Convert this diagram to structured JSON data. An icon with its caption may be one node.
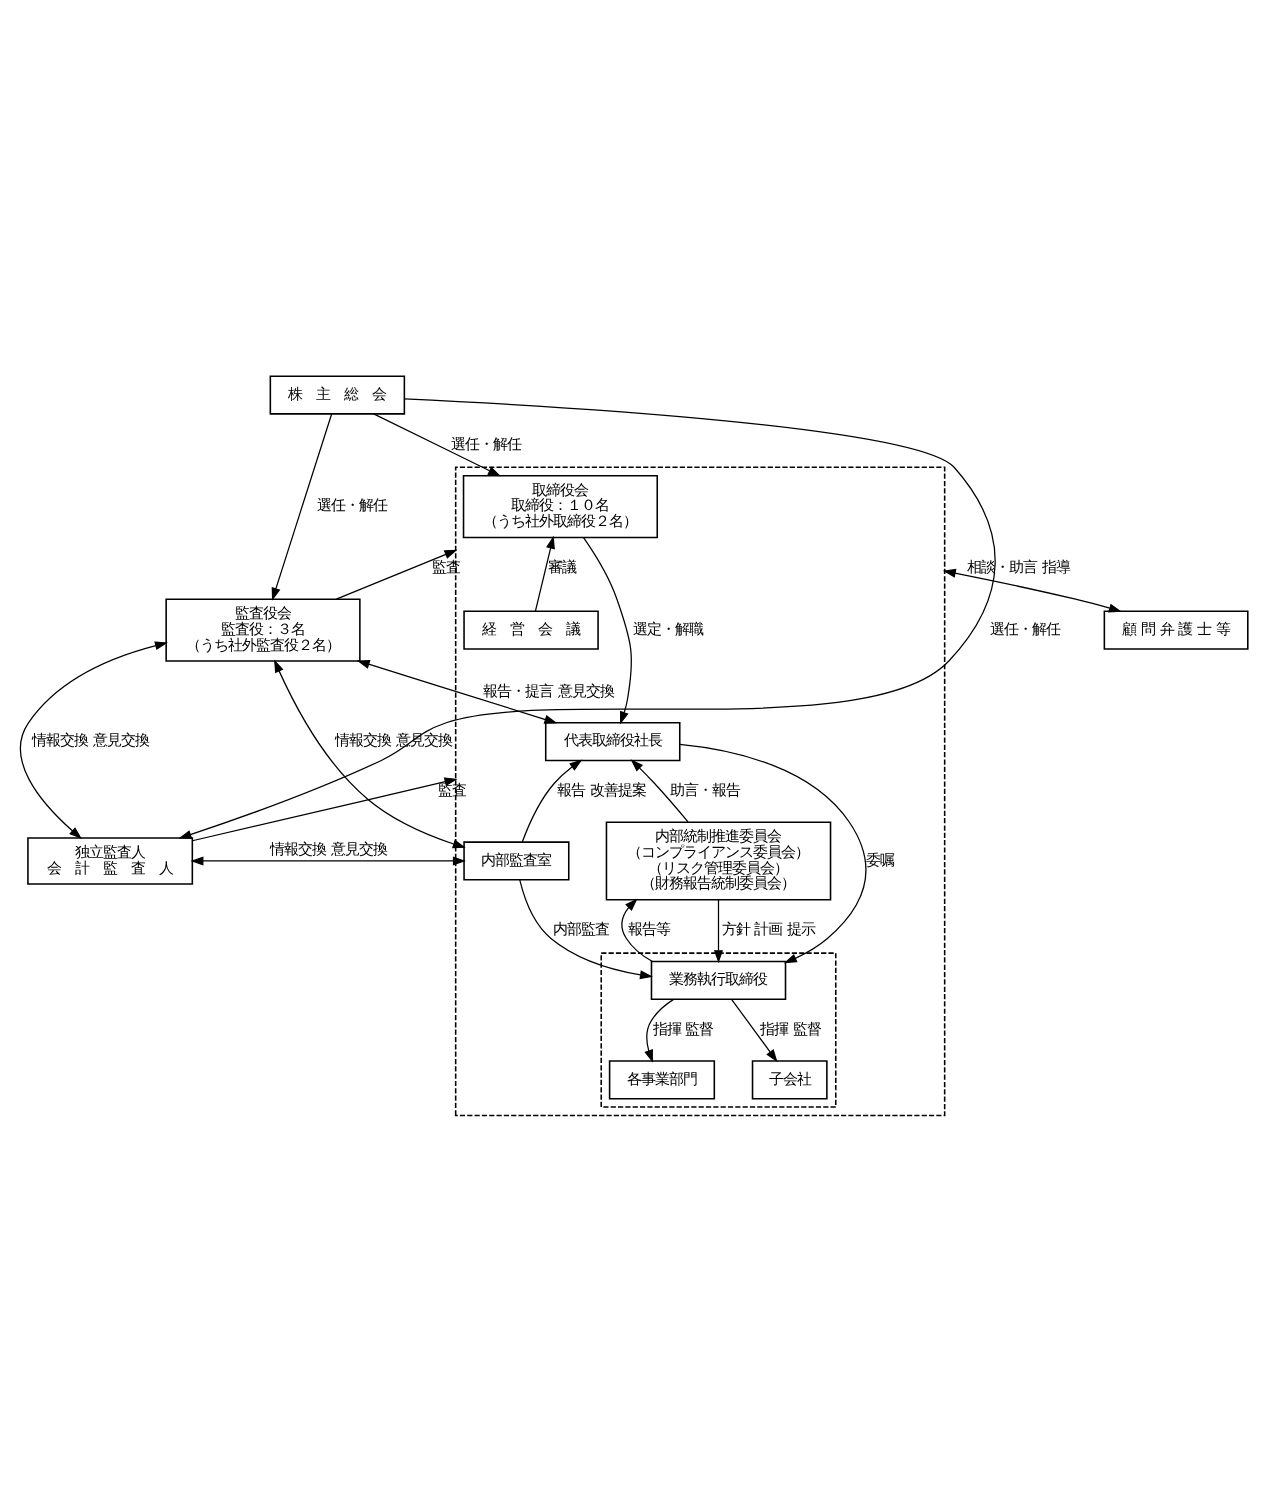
{
  "diagram": {
    "nodes": [
      {
        "text": [
          "株　主　総　会"
        ]
      },
      {
        "text": [],
        "shape": "box"
      },
      {
        "text": [
          "取締役会",
          "取締役：１０名",
          "（うち社外取締役２名）"
        ],
        "in": 1
      },
      {
        "text": [
          "経　営　会　議"
        ],
        "in": 1
      },
      {
        "text": [
          "代表取締役社長"
        ],
        "in": 1
      },
      {
        "text": [
          "内部統制推進委員会",
          "（コンプライアンス委員会）",
          "（リスク管理委員会）",
          "（財務報告統制委員会）"
        ],
        "in": 1
      },
      {
        "text": [
          "内部監査室"
        ],
        "in": 1
      },
      {
        "text": [],
        "shape": "box",
        "in": 1
      },
      {
        "text": [
          "業務執行取締役"
        ],
        "in": 7
      },
      {
        "text": [
          "各事業部門"
        ],
        "in": 7
      },
      {
        "text": [
          "子会社"
        ],
        "in": 7
      },
      {
        "text": [
          "監査役会",
          "監査役：３名",
          "（うち社外監査役２名）"
        ]
      },
      {
        "text": [
          "独立監査人",
          "会　計　監　査　人"
        ]
      },
      {
        "text": [
          "顧 問 弁 護 士 等"
        ]
      }
    ],
    "edges": [
      {
        "from": 0,
        "to": 2,
        "arrow": "to",
        "label": "選任・解任"
      },
      {
        "from": 0,
        "to": 11,
        "arrow": "to",
        "label": "選任・解任"
      },
      {
        "from": 0,
        "to": 12,
        "arrow": "to",
        "label": "選任・解任"
      },
      {
        "from": 11,
        "to": 1,
        "arrow": "to",
        "label": "監査"
      },
      {
        "from": 2,
        "to": 4,
        "arrow": "to",
        "label": "選定・解職"
      },
      {
        "from": 3,
        "to": 2,
        "arrow": "to",
        "label": "審議"
      },
      {
        "from": 11,
        "to": 4,
        "arrow": "both",
        "label": "報告・提言 意見交換"
      },
      {
        "from": 11,
        "to": 6,
        "arrow": "both",
        "label": "情報交換 意見交換"
      },
      {
        "from": 11,
        "to": 12,
        "arrow": "both",
        "label": "情報交換 意見交換"
      },
      {
        "from": 6,
        "to": 12,
        "arrow": "both",
        "label": "情報交換 意見交換"
      },
      {
        "from": 5,
        "to": 4,
        "arrow": "to",
        "label": "助言・報告"
      },
      {
        "from": 6,
        "to": 4,
        "arrow": "to",
        "label": "報告 改善提案"
      },
      {
        "from": 4,
        "to": 8,
        "arrow": "to",
        "label": "委嘱"
      },
      {
        "from": 6,
        "to": 8,
        "arrow": "to",
        "label": "内部監査"
      },
      {
        "from": 8,
        "to": 5,
        "arrow": "to",
        "label": "報告等"
      },
      {
        "from": 5,
        "to": 8,
        "arrow": "to",
        "label": "方針 計画 提示"
      },
      {
        "from": 8,
        "to": 9,
        "arrow": "to",
        "label": "指揮 監督"
      },
      {
        "from": 8,
        "to": 10,
        "arrow": "to",
        "label": "指揮 監督"
      },
      {
        "from": 12,
        "to": 1,
        "arrow": "to",
        "label": "監査"
      },
      {
        "from": 1,
        "to": 13,
        "arrow": "both",
        "label": "相談・助言 指導"
      }
    ]
  }
}
